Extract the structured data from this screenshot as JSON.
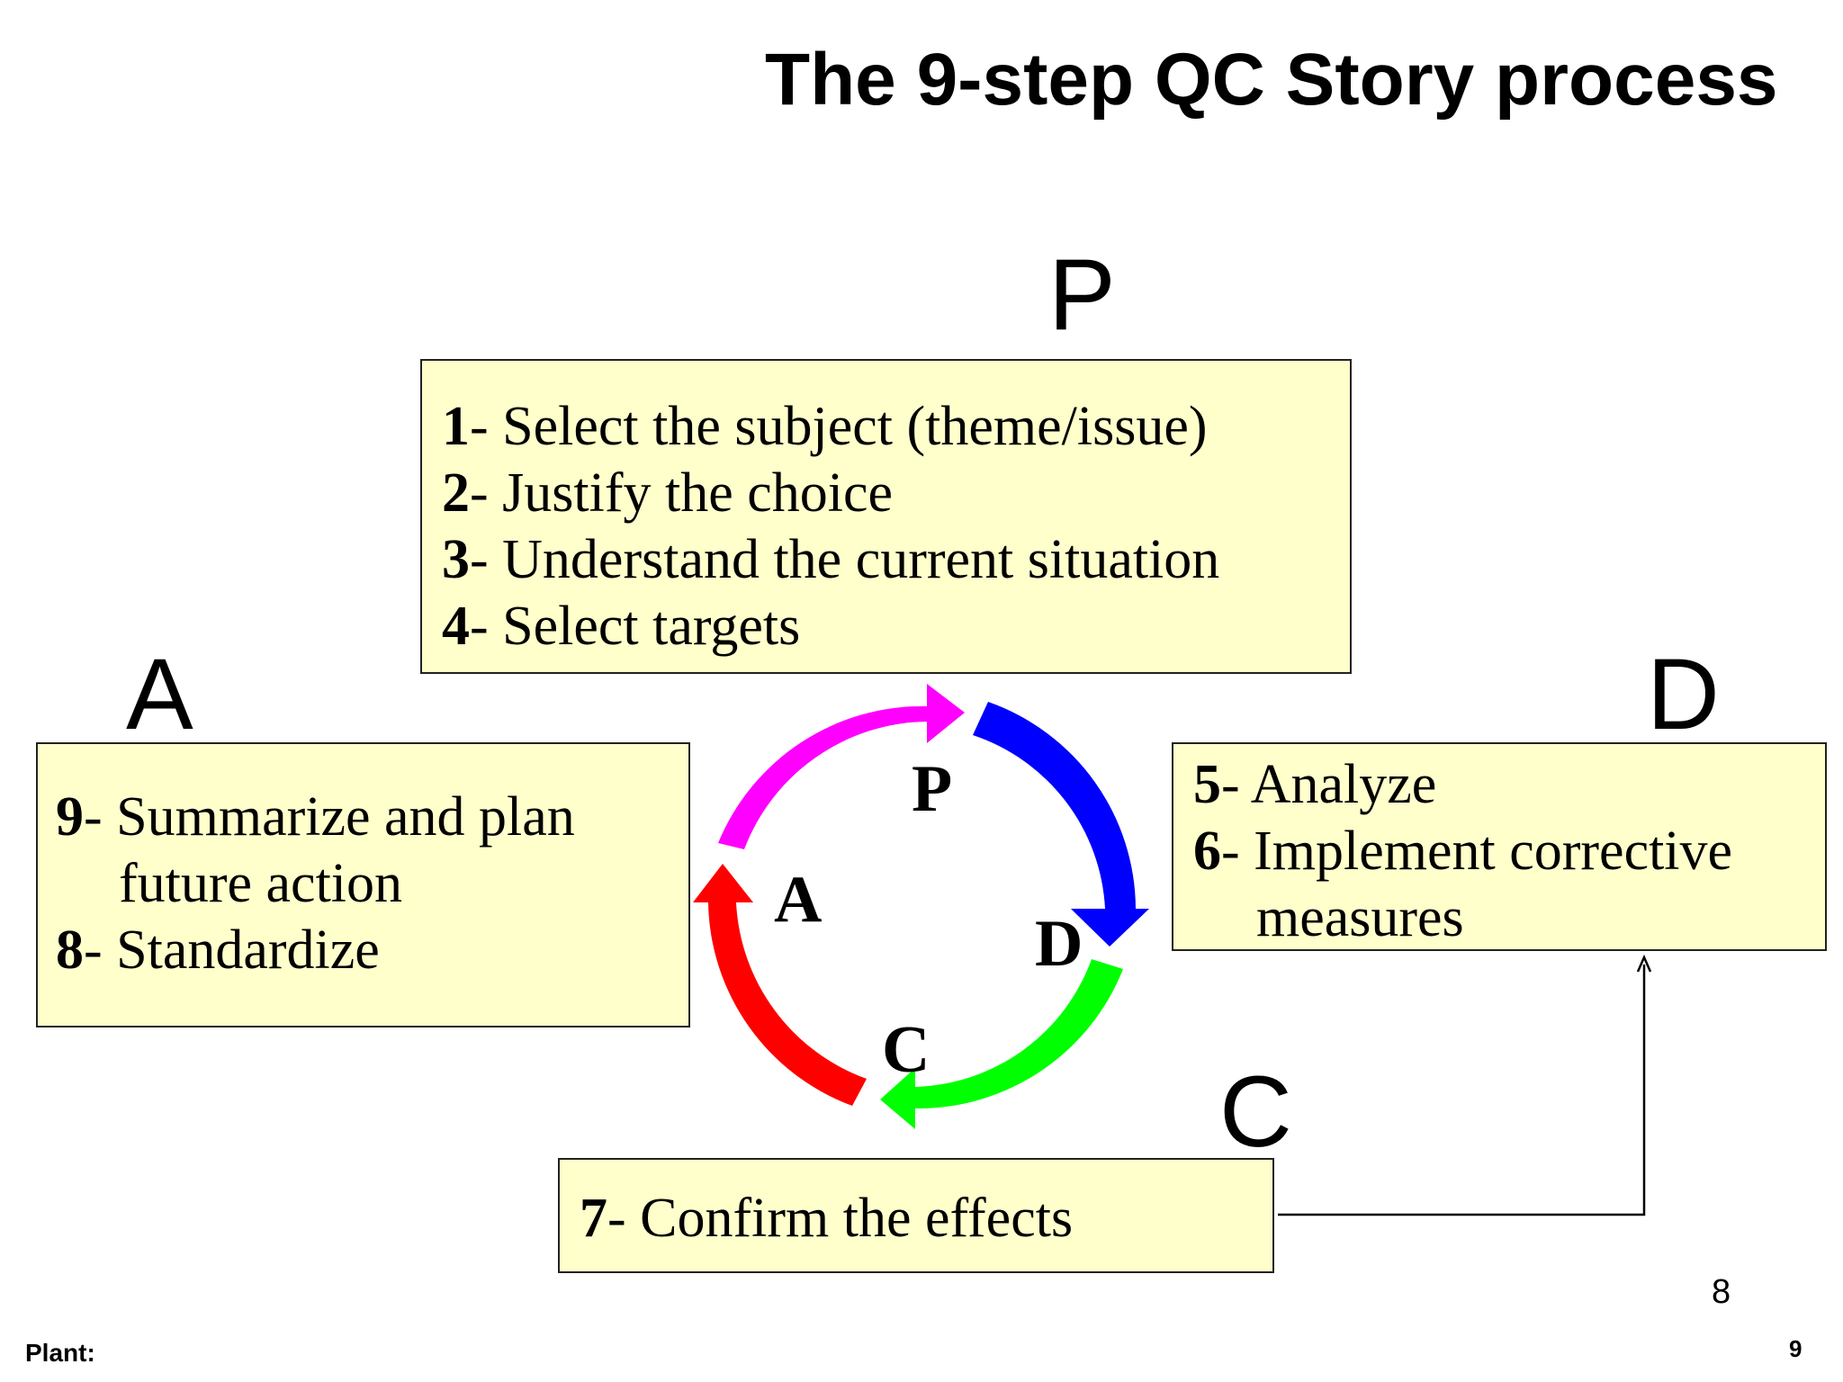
{
  "title": "The 9-step QC Story process",
  "phase_labels": {
    "P": "P",
    "A": "A",
    "D": "D",
    "C": "C"
  },
  "wheel_labels": {
    "P": "P",
    "A": "A",
    "D": "D",
    "C": "C"
  },
  "plan_box": {
    "items": [
      {
        "num": "1",
        "text": "- Select the subject (theme/issue)"
      },
      {
        "num": "2",
        "text": "- Justify the choice"
      },
      {
        "num": "3",
        "text": "- Understand the current situation"
      },
      {
        "num": "4",
        "text": "- Select targets"
      }
    ]
  },
  "act_box": {
    "items": [
      {
        "num": "9",
        "text": "- Summarize and plan",
        "continuation": "future action"
      },
      {
        "num": "8",
        "text": "- Standardize"
      }
    ]
  },
  "do_box": {
    "items": [
      {
        "num": "5",
        "text": "- Analyze"
      },
      {
        "num": "6",
        "text": "- Implement corrective",
        "continuation": "measures"
      }
    ]
  },
  "check_box": {
    "items": [
      {
        "num": "7",
        "text": "- Confirm the effects"
      }
    ]
  },
  "arrow_colors": {
    "plan": "#ff00ff",
    "do": "#0000ff",
    "check": "#00ff00",
    "act": "#ff0000"
  },
  "box_fill": "#ffffcc",
  "footer": {
    "page_number": "8",
    "slide_number": "9",
    "plant_label": "Plant:"
  }
}
